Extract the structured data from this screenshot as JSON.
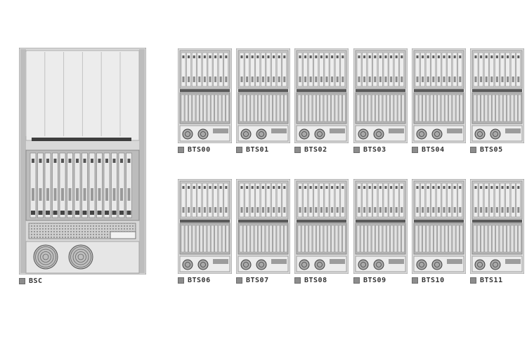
{
  "colors": {
    "chassis": "#e8e8e8",
    "frame": "#9a9a9a",
    "dark": "#4a4a4a",
    "marker": "#8c8c8c"
  },
  "bsc": {
    "label": "BSC",
    "icon": "bsc-cabinet-icon"
  },
  "bts_units": [
    {
      "label": "BTS00"
    },
    {
      "label": "BTS01"
    },
    {
      "label": "BTS02"
    },
    {
      "label": "BTS03"
    },
    {
      "label": "BTS04"
    },
    {
      "label": "BTS05"
    },
    {
      "label": "BTS06"
    },
    {
      "label": "BTS07"
    },
    {
      "label": "BTS08"
    },
    {
      "label": "BTS09"
    },
    {
      "label": "BTS10"
    },
    {
      "label": "BTS11"
    }
  ]
}
